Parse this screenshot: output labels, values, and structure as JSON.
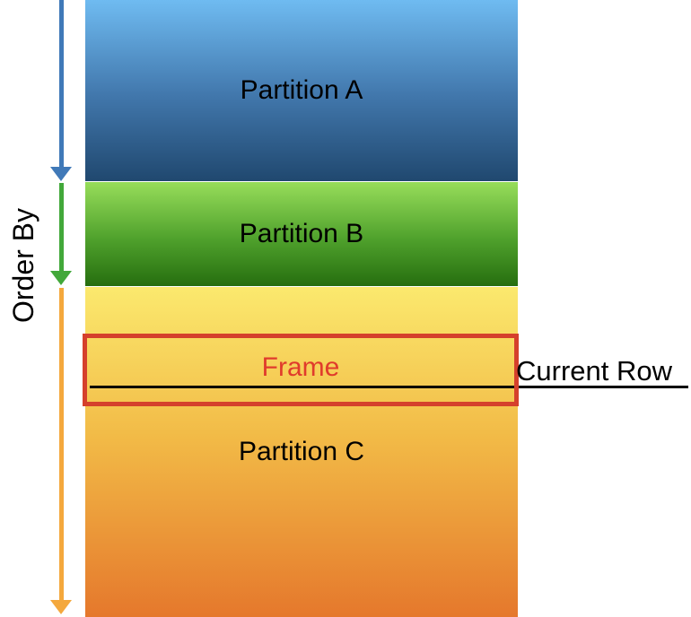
{
  "diagram": {
    "background": "#ffffff",
    "text_color": "#000000",
    "axis": {
      "label": "Order By"
    },
    "partitions": [
      {
        "id": "A",
        "label": "Partition A",
        "gradient_top": "#6fbbf1",
        "gradient_bottom": "#20486f",
        "arrow_color": "#4079b8"
      },
      {
        "id": "B",
        "label": "Partition B",
        "gradient_top": "#97dd5a",
        "gradient_bottom": "#266e0f",
        "arrow_color": "#42a83a"
      },
      {
        "id": "C",
        "label": "Partition C",
        "gradient_top": "#fbe96e",
        "gradient_bottom": "#e5782c",
        "arrow_color": "#f4a83d"
      }
    ],
    "frame": {
      "label": "Frame",
      "border_color": "#d5402c",
      "label_color": "#e03b2c"
    },
    "current_row": {
      "label": "Current Row",
      "line_color": "#000000"
    }
  }
}
